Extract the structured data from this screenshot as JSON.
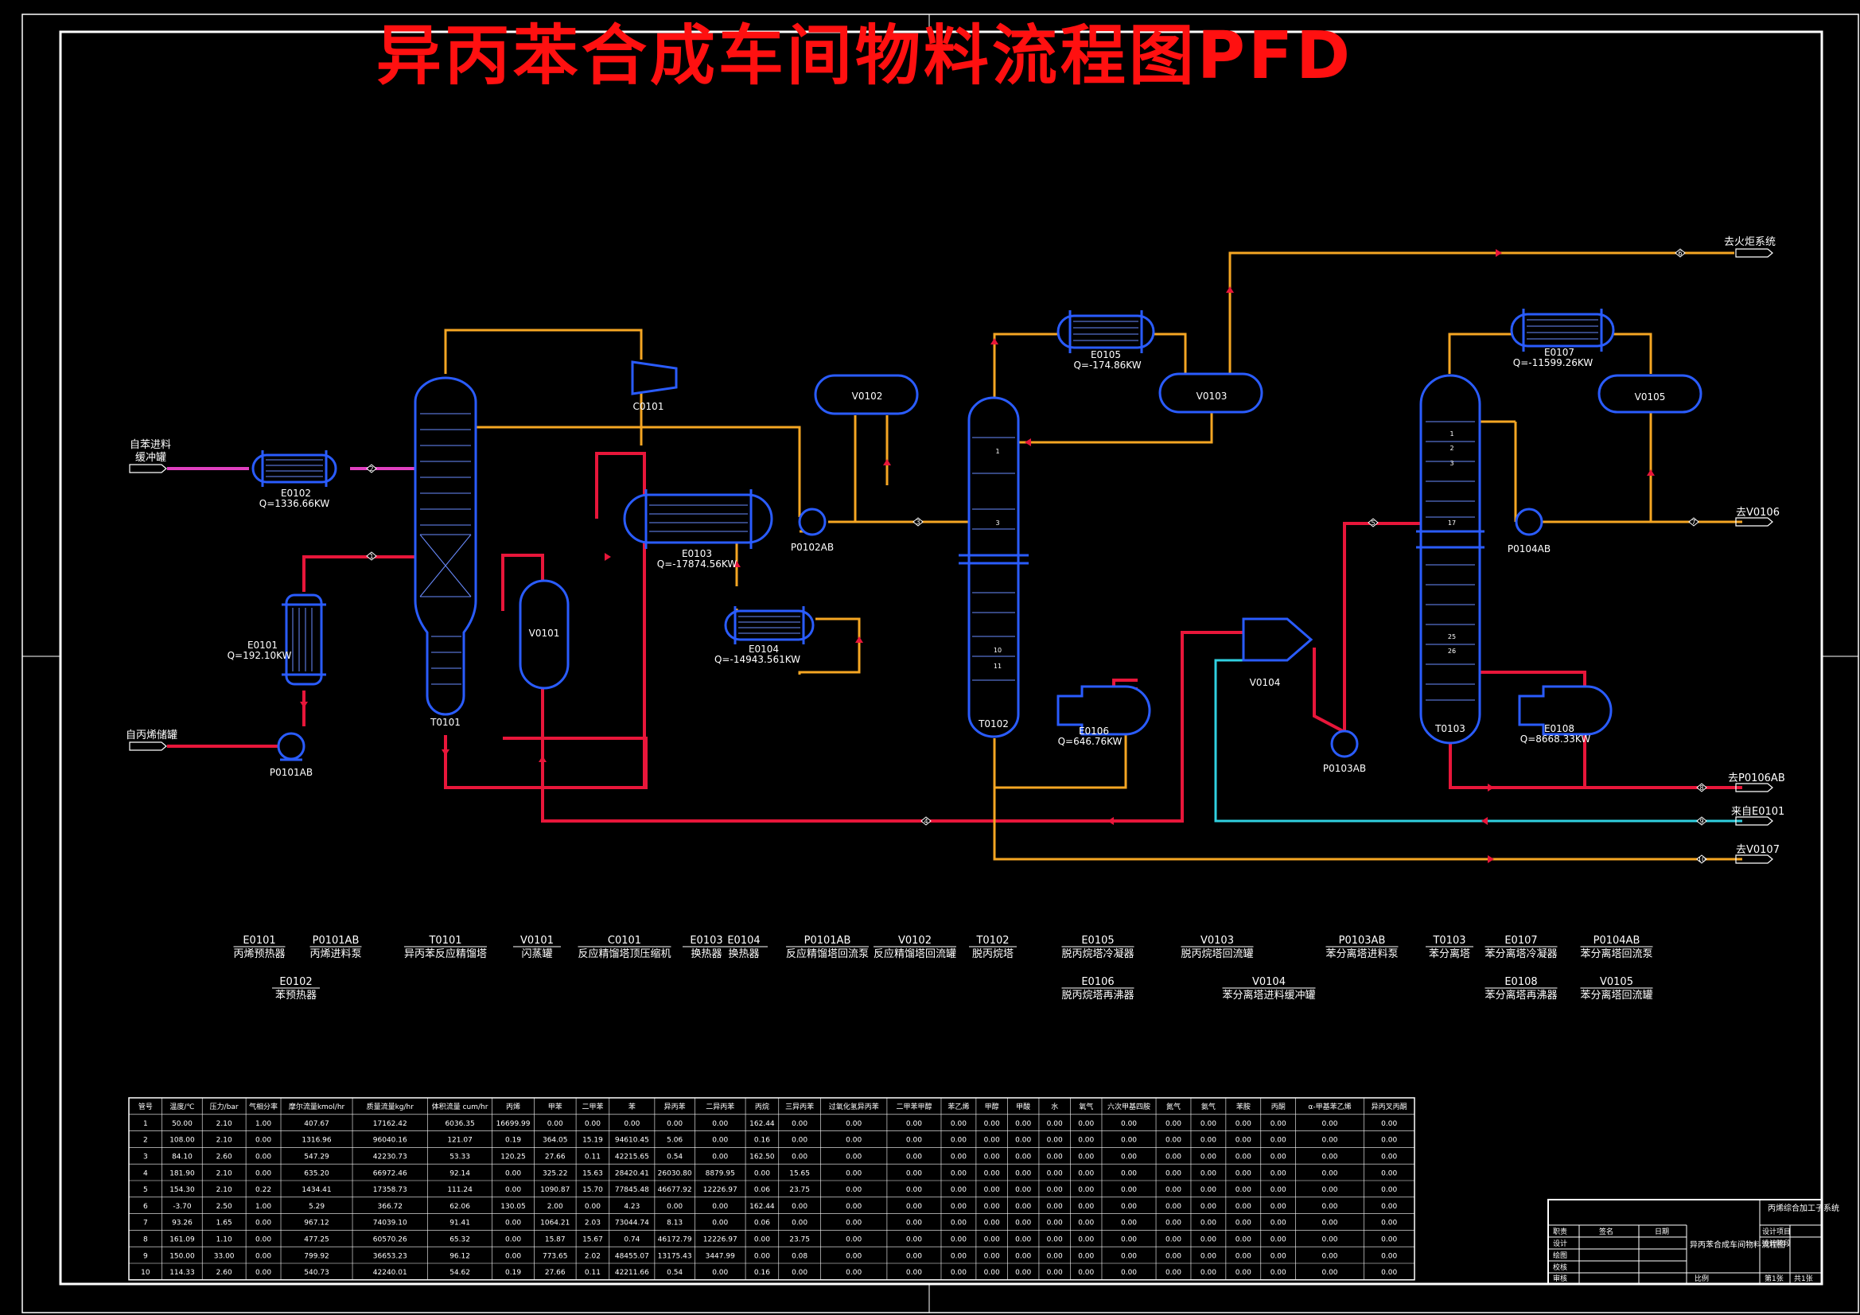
{
  "title": "异丙苯合成车间物料流程图PFD",
  "colors": {
    "background": "#000000",
    "equipment": "#2a5cff",
    "orange": "#f5a623",
    "red": "#e8163a",
    "magenta": "#e040c0",
    "cyan": "#30d0e0",
    "frame": "#ffffff",
    "title": "#ff1010"
  },
  "feeds": {
    "benzene": [
      "自苯进料",
      "缓冲罐"
    ],
    "propylene": "自丙烯储罐",
    "to_flare": "去火炬系统",
    "to_v0106": "去V0106",
    "to_p0106ab": "去P0106AB",
    "from_e0101": "来自E0101",
    "to_v0107": "去V0107"
  },
  "equipment_tags": {
    "E0101": "E0101",
    "E0101_q": "Q=192.10KW",
    "E0102": "E0102",
    "E0102_q": "Q=1336.66KW",
    "P0101AB": "P0101AB",
    "T0101": "T0101",
    "V0101": "V0101",
    "C0101": "C0101",
    "E0103": "E0103",
    "E0103_q": "Q=-17874.56KW",
    "E0104": "E0104",
    "E0104_q": "Q=-14943.561KW",
    "P0102AB": "P0102AB",
    "V0102": "V0102",
    "T0102": "T0102",
    "E0105": "E0105",
    "E0105_q": "Q=-174.86KW",
    "V0103": "V0103",
    "E0106": "E0106",
    "E0106_q": "Q=646.76KW",
    "V0104": "V0104",
    "P0103AB": "P0103AB",
    "T0103": "T0103",
    "E0107": "E0107",
    "E0107_q": "Q=-11599.26KW",
    "V0105": "V0105",
    "P0104AB": "P0104AB",
    "E0108": "E0108",
    "E0108_q": "Q=8668.33KW"
  },
  "tray_labels": {
    "t0102": [
      "1",
      "3",
      "10",
      "11"
    ],
    "t0103": [
      "1",
      "2",
      "3",
      "17",
      "25",
      "26"
    ]
  },
  "stream_numbers": [
    "1",
    "2",
    "3",
    "4",
    "5",
    "6",
    "7",
    "8",
    "9",
    "10"
  ],
  "legend": [
    {
      "tag": "E0101",
      "name": "丙烯预热器"
    },
    {
      "tag": "P0101AB",
      "name": "丙烯进料泵"
    },
    {
      "tag": "E0102",
      "name": "苯预热器"
    },
    {
      "tag": "T0101",
      "name": "异丙苯反应精馏塔"
    },
    {
      "tag": "V0101",
      "name": "闪蒸罐"
    },
    {
      "tag": "C0101",
      "name": "反应精馏塔顶压缩机"
    },
    {
      "tag": "E0103",
      "name": "换热器"
    },
    {
      "tag": "E0104",
      "name": "换热器"
    },
    {
      "tag": "P0101AB",
      "name": "反应精馏塔回流泵"
    },
    {
      "tag": "V0102",
      "name": "反应精馏塔回流罐"
    },
    {
      "tag": "T0102",
      "name": "脱丙烷塔"
    },
    {
      "tag": "E0105",
      "name": "脱丙烷塔冷凝器"
    },
    {
      "tag": "E0106",
      "name": "脱丙烷塔再沸器"
    },
    {
      "tag": "V0103",
      "name": "脱丙烷塔回流罐"
    },
    {
      "tag": "V0104",
      "name": "苯分离塔进料缓冲罐"
    },
    {
      "tag": "P0103AB",
      "name": "苯分离塔进料泵"
    },
    {
      "tag": "T0103",
      "name": "苯分离塔"
    },
    {
      "tag": "E0107",
      "name": "苯分离塔冷凝器"
    },
    {
      "tag": "E0108",
      "name": "苯分离塔再沸器"
    },
    {
      "tag": "P0104AB",
      "name": "苯分离塔回流泵"
    },
    {
      "tag": "V0105",
      "name": "苯分离塔回流罐"
    }
  ],
  "stream_table": {
    "headers": [
      "管号",
      "温度/℃",
      "压力/bar",
      "气相分率",
      "摩尔流量kmol/hr",
      "质量流量kg/hr",
      "体积流量 cum/hr",
      "丙烯",
      "甲苯",
      "二甲苯",
      "苯",
      "异丙苯",
      "二异丙苯",
      "丙烷",
      "三异丙苯",
      "过氧化氢异丙苯",
      "二甲苯甲醇",
      "苯乙烯",
      "甲醇",
      "甲酸",
      "水",
      "氧气",
      "六次甲基四胺",
      "氮气",
      "氨气",
      "苯胺",
      "丙酮",
      "α-甲基苯乙烯",
      "异丙叉丙酮"
    ],
    "rows": [
      [
        "1",
        "50.00",
        "2.10",
        "1.00",
        "407.67",
        "17162.42",
        "6036.35",
        "16699.99",
        "0.00",
        "0.00",
        "0.00",
        "0.00",
        "0.00",
        "162.44",
        "0.00",
        "0.00",
        "0.00",
        "0.00",
        "0.00",
        "0.00",
        "0.00",
        "0.00",
        "0.00",
        "0.00",
        "0.00",
        "0.00",
        "0.00",
        "0.00",
        "0.00"
      ],
      [
        "2",
        "108.00",
        "2.10",
        "0.00",
        "1316.96",
        "96040.16",
        "121.07",
        "0.19",
        "364.05",
        "15.19",
        "94610.45",
        "5.06",
        "0.00",
        "0.16",
        "0.00",
        "0.00",
        "0.00",
        "0.00",
        "0.00",
        "0.00",
        "0.00",
        "0.00",
        "0.00",
        "0.00",
        "0.00",
        "0.00",
        "0.00",
        "0.00",
        "0.00"
      ],
      [
        "3",
        "84.10",
        "2.60",
        "0.00",
        "547.29",
        "42230.73",
        "53.33",
        "120.25",
        "27.66",
        "0.11",
        "42215.65",
        "0.54",
        "0.00",
        "162.50",
        "0.00",
        "0.00",
        "0.00",
        "0.00",
        "0.00",
        "0.00",
        "0.00",
        "0.00",
        "0.00",
        "0.00",
        "0.00",
        "0.00",
        "0.00",
        "0.00",
        "0.00"
      ],
      [
        "4",
        "181.90",
        "2.10",
        "0.00",
        "635.20",
        "66972.46",
        "92.14",
        "0.00",
        "325.22",
        "15.63",
        "28420.41",
        "26030.80",
        "8879.95",
        "0.00",
        "15.65",
        "0.00",
        "0.00",
        "0.00",
        "0.00",
        "0.00",
        "0.00",
        "0.00",
        "0.00",
        "0.00",
        "0.00",
        "0.00",
        "0.00",
        "0.00",
        "0.00"
      ],
      [
        "5",
        "154.30",
        "2.10",
        "0.22",
        "1434.41",
        "17358.73",
        "111.24",
        "0.00",
        "1090.87",
        "15.70",
        "77845.48",
        "46677.92",
        "12226.97",
        "0.06",
        "23.75",
        "0.00",
        "0.00",
        "0.00",
        "0.00",
        "0.00",
        "0.00",
        "0.00",
        "0.00",
        "0.00",
        "0.00",
        "0.00",
        "0.00",
        "0.00",
        "0.00"
      ],
      [
        "6",
        "-3.70",
        "2.50",
        "1.00",
        "5.29",
        "366.72",
        "62.06",
        "130.05",
        "2.00",
        "0.00",
        "4.23",
        "0.00",
        "0.00",
        "162.44",
        "0.00",
        "0.00",
        "0.00",
        "0.00",
        "0.00",
        "0.00",
        "0.00",
        "0.00",
        "0.00",
        "0.00",
        "0.00",
        "0.00",
        "0.00",
        "0.00",
        "0.00"
      ],
      [
        "7",
        "93.26",
        "1.65",
        "0.00",
        "967.12",
        "74039.10",
        "91.41",
        "0.00",
        "1064.21",
        "2.03",
        "73044.74",
        "8.13",
        "0.00",
        "0.06",
        "0.00",
        "0.00",
        "0.00",
        "0.00",
        "0.00",
        "0.00",
        "0.00",
        "0.00",
        "0.00",
        "0.00",
        "0.00",
        "0.00",
        "0.00",
        "0.00",
        "0.00"
      ],
      [
        "8",
        "161.09",
        "1.10",
        "0.00",
        "477.25",
        "60570.26",
        "65.32",
        "0.00",
        "15.87",
        "15.67",
        "0.74",
        "46172.79",
        "12226.97",
        "0.00",
        "23.75",
        "0.00",
        "0.00",
        "0.00",
        "0.00",
        "0.00",
        "0.00",
        "0.00",
        "0.00",
        "0.00",
        "0.00",
        "0.00",
        "0.00",
        "0.00",
        "0.00"
      ],
      [
        "9",
        "150.00",
        "33.00",
        "0.00",
        "799.92",
        "36653.23",
        "96.12",
        "0.00",
        "773.65",
        "2.02",
        "48455.07",
        "13175.43",
        "3447.99",
        "0.00",
        "0.08",
        "0.00",
        "0.00",
        "0.00",
        "0.00",
        "0.00",
        "0.00",
        "0.00",
        "0.00",
        "0.00",
        "0.00",
        "0.00",
        "0.00",
        "0.00",
        "0.00"
      ],
      [
        "10",
        "114.33",
        "2.60",
        "0.00",
        "540.73",
        "42240.01",
        "54.62",
        "0.19",
        "27.66",
        "0.11",
        "42211.66",
        "0.54",
        "0.00",
        "0.16",
        "0.00",
        "0.00",
        "0.00",
        "0.00",
        "0.00",
        "0.00",
        "0.00",
        "0.00",
        "0.00",
        "0.00",
        "0.00",
        "0.00",
        "0.00",
        "0.00",
        "0.00"
      ]
    ]
  },
  "title_block": {
    "company": "丙烯综合加工子系统",
    "drawing_name": "异丙苯合成车间物料流程图",
    "rows": [
      "职责",
      "设计",
      "绘图",
      "校核",
      "审核"
    ],
    "col_sign": "签名",
    "col_date": "日期",
    "design_item": "设计项目",
    "design_stage": "设计阶段",
    "scale_label": "比例",
    "sheet": "第1张",
    "total": "共1张"
  }
}
